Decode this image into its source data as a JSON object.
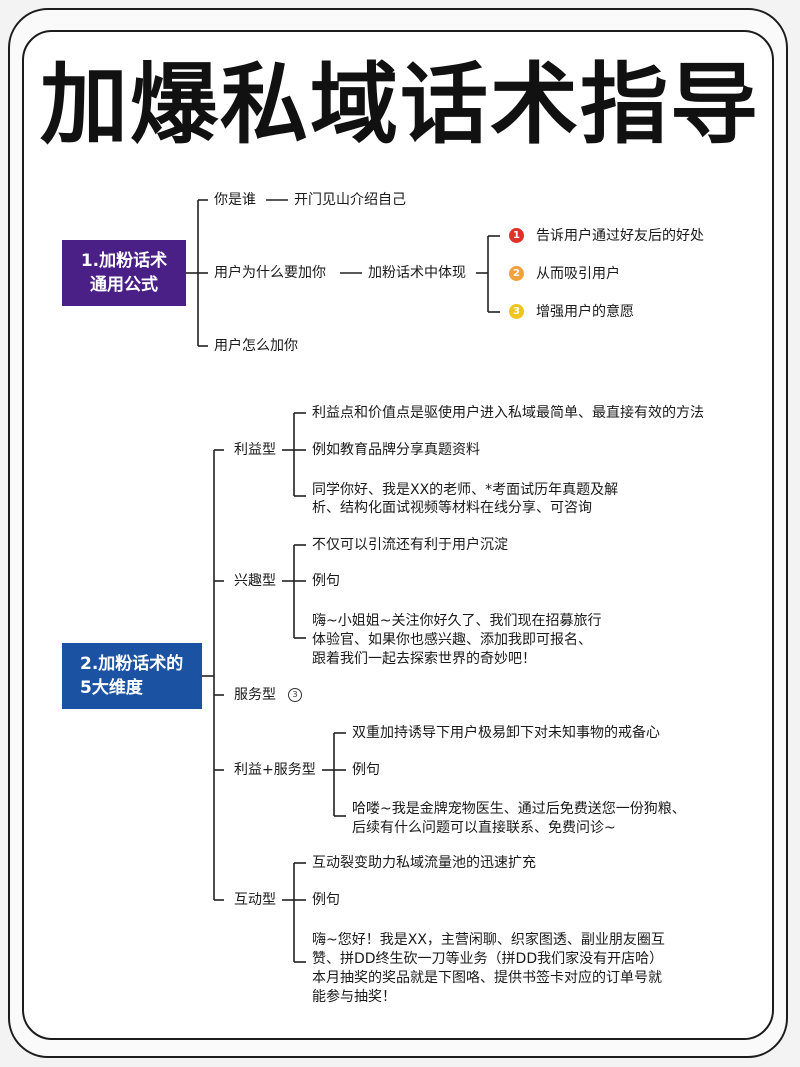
{
  "title": "加爆私域话术指导",
  "section1": {
    "box_line1": "1.加粉话术",
    "box_line2": "通用公式",
    "who": "你是谁",
    "who_detail": "开门见山介绍自己",
    "why": "用户为什么要加你",
    "why_detail": "加粉话术中体现",
    "points": [
      {
        "badge": "1",
        "color": "#e0322b",
        "text": "告诉用户通过好友后的好处"
      },
      {
        "badge": "2",
        "color": "#f0a23c",
        "text": "从而吸引用户"
      },
      {
        "badge": "3",
        "color": "#f1c41f",
        "text": "增强用户的意愿"
      }
    ],
    "how": "用户怎么加你"
  },
  "section2": {
    "box_line1": "2.加粉话术的",
    "box_line2": "5大维度",
    "types": [
      {
        "label": "利益型",
        "items": [
          "利益点和价值点是驱使用户进入私域最简单、最直接有效的方法",
          "例如教育品牌分享真题资料",
          "同学你好、我是XX的老师、*考面试历年真题及解",
          "析、结构化面试视频等材料在线分享、可咨询"
        ]
      },
      {
        "label": "兴趣型",
        "items": [
          "不仅可以引流还有利于用户沉淀",
          "例句",
          "嗨~小姐姐~关注你好久了、我们现在招募旅行",
          "体验官、如果你也感兴趣、添加我即可报名、",
          "跟着我们一起去探索世界的奇妙吧！"
        ]
      },
      {
        "label": "服务型",
        "circle": "3"
      },
      {
        "label": "利益+服务型",
        "items": [
          "双重加持诱导下用户极易卸下对未知事物的戒备心",
          "例句",
          "哈喽~我是金牌宠物医生、通过后免费送您一份狗粮、",
          "后续有什么问题可以直接联系、免费问诊~"
        ]
      },
      {
        "label": "互动型",
        "items": [
          "互动裂变助力私域流量池的迅速扩充",
          "例句",
          "嗨~您好！我是XX，主营闲聊、织家图透、副业朋友圈互",
          "赞、拼DD终生砍一刀等业务（拼DD我们家没有开店哈）",
          "本月抽奖的奖品就是下图咯、提供书签卡对应的订单号就",
          "能参与抽奖！"
        ]
      }
    ]
  }
}
